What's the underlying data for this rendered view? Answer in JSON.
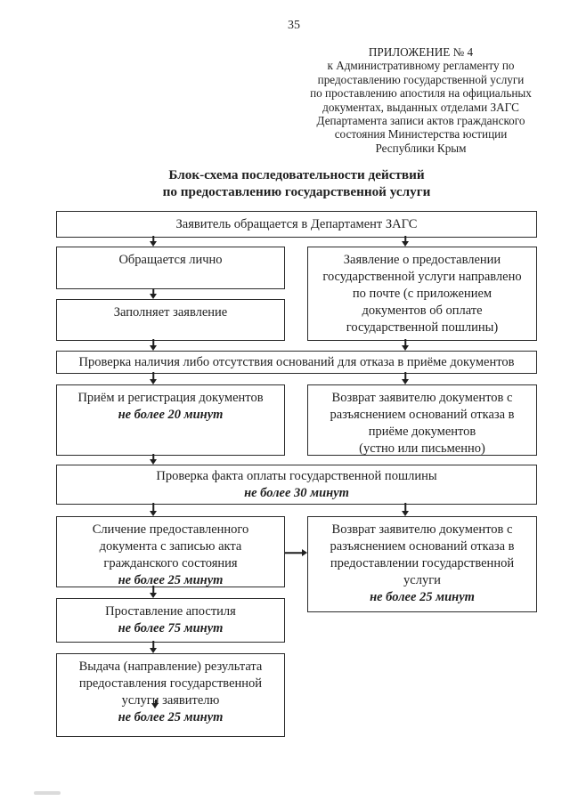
{
  "page_number": "35",
  "header_lines": [
    "ПРИЛОЖЕНИЕ № 4",
    "к Административному регламенту по",
    "предоставлению государственной услуги",
    "по проставлению апостиля на официальных",
    "документах, выданных отделами ЗАГС",
    "Департамента записи актов гражданского",
    "состояния Министерства юстиции",
    "Республики Крым"
  ],
  "title": {
    "line1": "Блок-схема последовательности действий",
    "line2": "по предоставлению государственной услуги"
  },
  "flow": {
    "start": {
      "text": "Заявитель обращается в Департамент ЗАГС"
    },
    "in_person": {
      "text": "Обращается лично"
    },
    "fill": {
      "text": "Заполняет заявление"
    },
    "mail": {
      "text": "Заявление о предоставлении\nгосударственной услуги направлено\nпо почте (с приложением\nдокументов об оплате\nгосударственной пошлины)"
    },
    "check_grounds": {
      "text": "Проверка наличия либо отсутствия оснований для отказа в приёме документов"
    },
    "accept": {
      "text": "Приём и регистрация документов",
      "duration": "не более 20 минут"
    },
    "return_accept": {
      "text": "Возврат заявителю документов с\nразъяснением оснований отказа в\nприёме документов\n(устно или письменно)"
    },
    "check_payment": {
      "text": "Проверка факта оплаты государственной пошлины",
      "duration": "не более 30 минут"
    },
    "compare": {
      "text": "Сличение предоставленного\nдокумента с записью акта\nгражданского состояния",
      "duration": "не более 25 минут"
    },
    "return_service": {
      "text": "Возврат заявителю документов с\nразъяснением оснований отказа в\nпредоставлении государственной\nуслуги",
      "duration": "не более 25 минут"
    },
    "apostille": {
      "text": "Проставление апостиля",
      "duration": "не более 75 минут"
    },
    "issue": {
      "text": "Выдача (направление) результата\nпредоставления государственной\nуслуги заявителю",
      "duration": "не более 25 минут"
    }
  },
  "colors": {
    "ink": "#1f1f1f",
    "paper": "#ffffff",
    "border": "#2b2b2b"
  }
}
